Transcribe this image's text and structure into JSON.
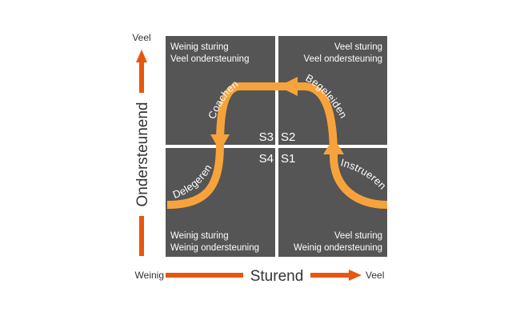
{
  "colors": {
    "quadrant": "#555555",
    "accent": "#f7a33b",
    "arrow": "#e8560f",
    "text_dark": "#333333"
  },
  "quadrants": {
    "top_left": {
      "line1": "Weinig sturing",
      "line2": "Veel ondersteuning"
    },
    "top_right": {
      "line1": "Veel sturing",
      "line2": "Veel ondersteuning"
    },
    "bottom_left": {
      "line1": "Weinig sturing",
      "line2": "Weinig ondersteuning"
    },
    "bottom_right": {
      "line1": "Veel sturing",
      "line2": "Weinig ondersteuning"
    }
  },
  "styles": {
    "s1": "S1",
    "s2": "S2",
    "s3": "S3",
    "s4": "S4"
  },
  "curve_labels": {
    "instrueren": "Instrueren",
    "begeleiden": "Begeleiden",
    "coachen": "Coachen",
    "delegeren": "Delegeren"
  },
  "y_axis": {
    "label": "Ondersteunend",
    "top": "Veel"
  },
  "x_axis": {
    "label": "Sturend",
    "left": "Weinig",
    "right": "Veel"
  }
}
